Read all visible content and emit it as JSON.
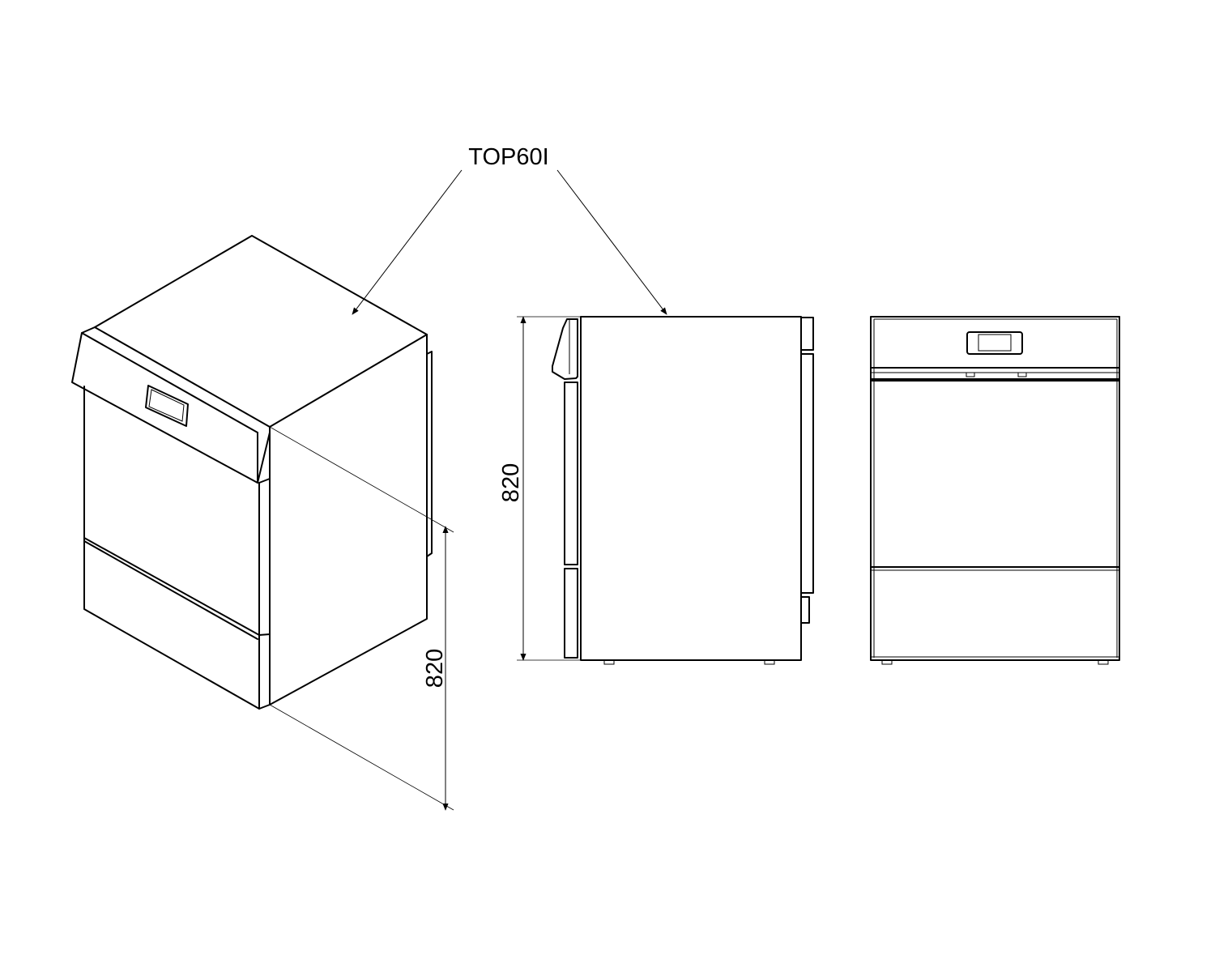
{
  "model_label": "TOP60I",
  "dimensions": {
    "height_iso": "820",
    "height_side": "820"
  },
  "colors": {
    "line": "#000000",
    "background": "#ffffff"
  }
}
